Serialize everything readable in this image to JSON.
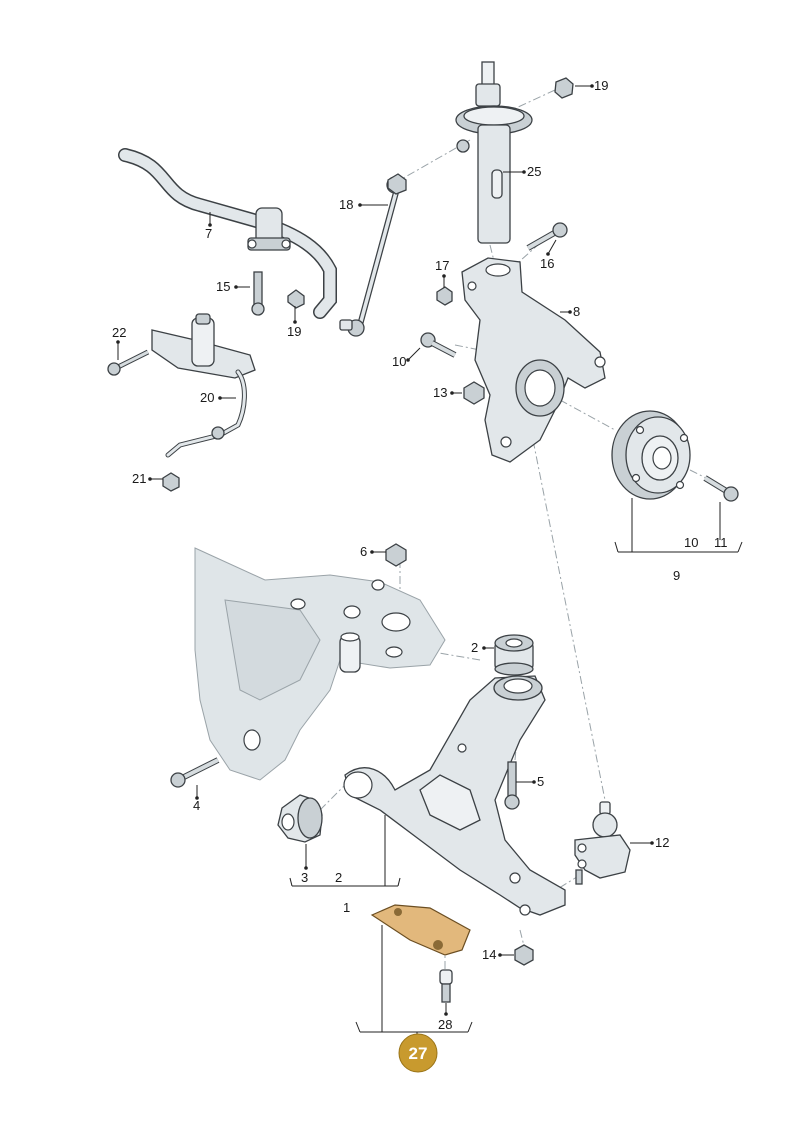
{
  "labels": {
    "l1": "1",
    "l2a": "2",
    "l2b": "2",
    "l3": "3",
    "l4": "4",
    "l5": "5",
    "l6": "6",
    "l7": "7",
    "l8": "8",
    "l9": "9",
    "l10a": "10",
    "l10b": "10",
    "l11": "11",
    "l12": "12",
    "l13": "13",
    "l14": "14",
    "l15": "15",
    "l16": "16",
    "l17": "17",
    "l18": "18",
    "l19a": "19",
    "l19b": "19",
    "l20": "20",
    "l21": "21",
    "l22": "22",
    "l25": "25",
    "l28": "28"
  },
  "badge": {
    "number": "27",
    "color": "#c89a2e"
  },
  "colors": {
    "part_fill": "#e2e7ea",
    "outline": "#3c4145",
    "highlight": "#e2b87c"
  }
}
